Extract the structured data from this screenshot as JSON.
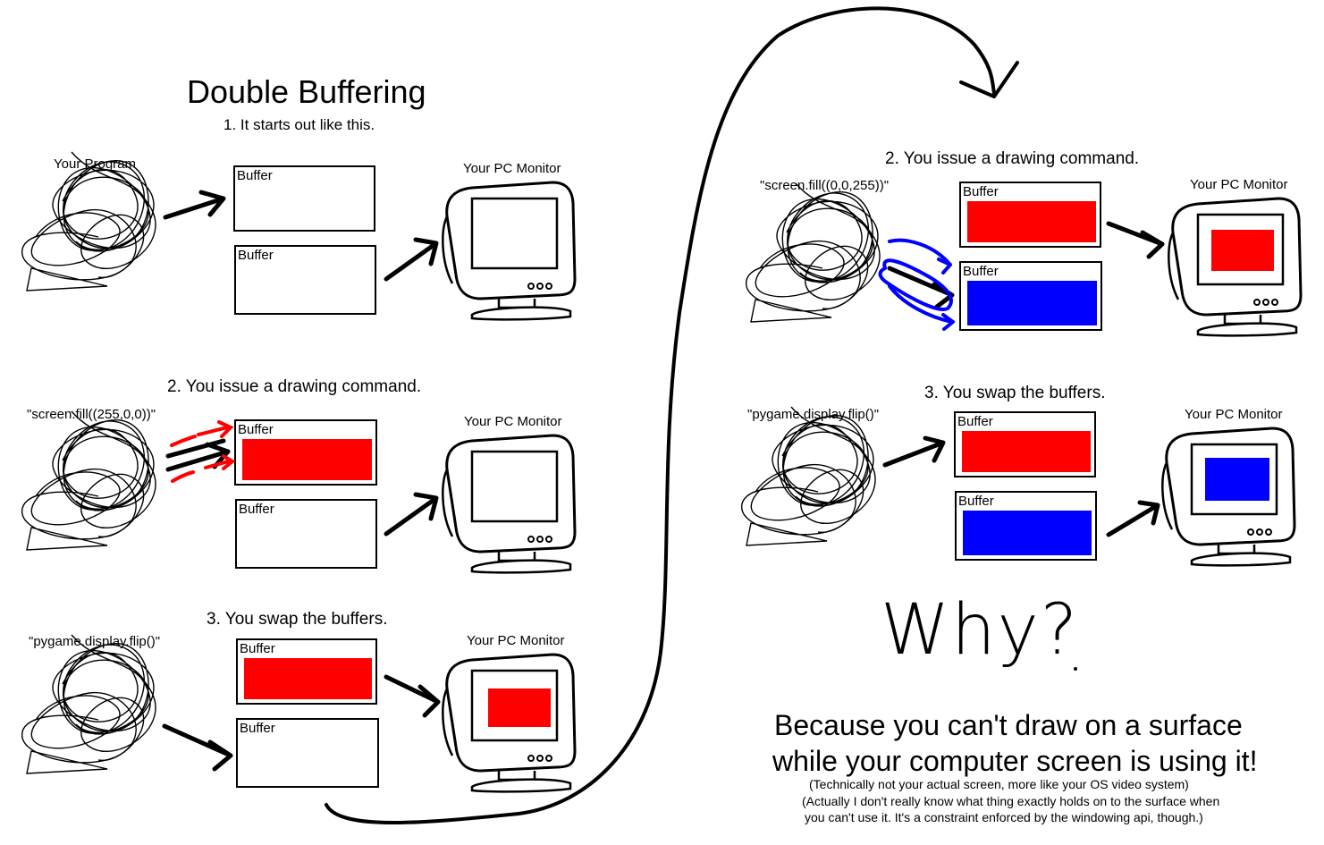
{
  "title": "Double Buffering",
  "colors": {
    "red": "#ff0000",
    "blue": "#0000ff",
    "ink": "#000000",
    "marker_red": "#ff0000",
    "marker_blue": "#0000ff"
  },
  "left": {
    "step1": {
      "heading": "1. It starts out like this.",
      "program_label": "Your Program",
      "buffer_a": "Buffer",
      "buffer_b": "Buffer",
      "monitor_label": "Your PC Monitor"
    },
    "step2": {
      "heading": "2. You issue a drawing command.",
      "command": "\"screen.fill((255,0,0))\"",
      "buffer_a": "Buffer",
      "buffer_b": "Buffer",
      "monitor_label": "Your PC Monitor"
    },
    "step3": {
      "heading": "3. You swap the buffers.",
      "command": "\"pygame.display.flip()\"",
      "buffer_a": "Buffer",
      "buffer_b": "Buffer",
      "monitor_label": "Your PC Monitor"
    }
  },
  "right": {
    "step2": {
      "heading": "2. You issue a drawing command.",
      "command": "\"screen.fill((0,0,255))\"",
      "buffer_a": "Buffer",
      "buffer_b": "Buffer",
      "monitor_label": "Your PC Monitor"
    },
    "step3": {
      "heading": "3. You swap the buffers.",
      "command": "\"pygame.display.flip()\"",
      "buffer_a": "Buffer",
      "buffer_b": "Buffer",
      "monitor_label": "Your PC Monitor"
    }
  },
  "why": {
    "handwritten": "Why?",
    "answer_line1": "Because you can't draw on a surface",
    "answer_line2": "while your computer screen is using it!",
    "note1": "(Technically not your actual screen, more like your OS video system)",
    "note2": "(Actually I don't really know what thing exactly holds on to the surface when",
    "note3": "you can't use it. It's a constraint enforced by the windowing api, though.)"
  }
}
